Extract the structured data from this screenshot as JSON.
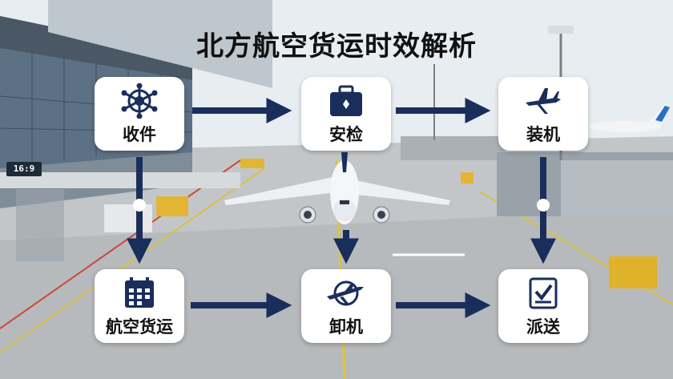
{
  "title": "北方航空货运时效解析",
  "gate_sign": "16:9",
  "nodes": [
    {
      "label": "收件",
      "icon": "network-hub-icon"
    },
    {
      "label": "安检",
      "icon": "luggage-icon"
    },
    {
      "label": "装机",
      "icon": "airplane-icon"
    },
    {
      "label": "航空货运",
      "icon": "calendar-icon"
    },
    {
      "label": "卸机",
      "icon": "plane-globe-icon"
    },
    {
      "label": "派送",
      "icon": "delivery-check-icon"
    }
  ],
  "colors": {
    "arrow": "#1a2e5c",
    "icon": "#1a2e5c",
    "node_bg": "#ffffff",
    "title": "#111111"
  }
}
